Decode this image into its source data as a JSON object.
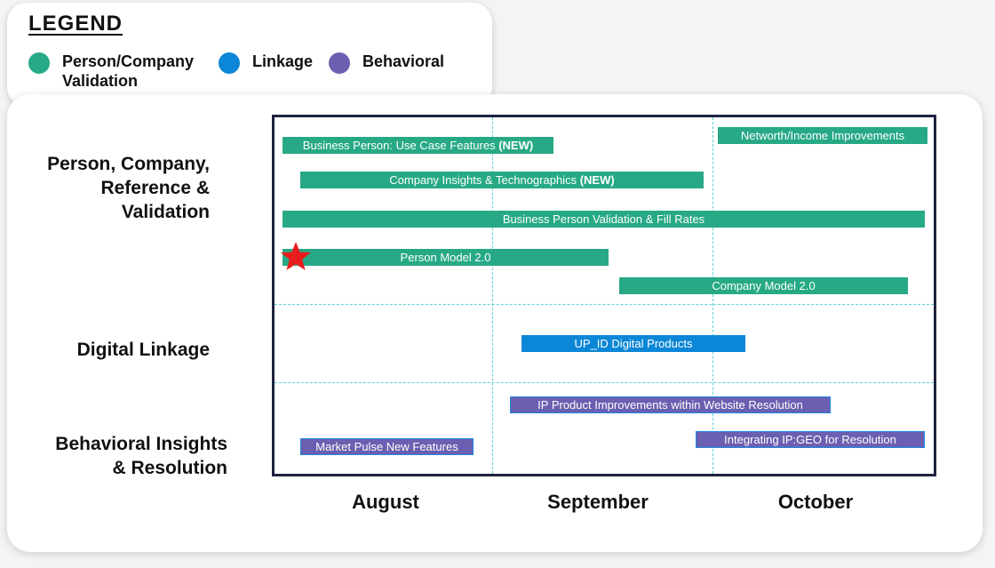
{
  "legend": {
    "title": "LEGEND",
    "items": [
      {
        "line1": "Person/Company",
        "line2": "Validation",
        "color": "#27a986"
      },
      {
        "line1": "Linkage",
        "line2": "",
        "color": "#0c86d6"
      },
      {
        "line1": "Behavioral",
        "line2": "",
        "color": "#6a5fb0"
      }
    ]
  },
  "rows": [
    {
      "line1": "Person, Company,",
      "line2": "Reference &",
      "line3": "Validation"
    },
    {
      "line1": "Digital Linkage"
    },
    {
      "line1": "Behavioral Insights",
      "line2": "& Resolution"
    }
  ],
  "months": [
    "August",
    "September",
    "October"
  ],
  "bars": [
    {
      "label": "Business Person: Use Case Features ",
      "tag": "(NEW)",
      "category": "Person/Company Validation"
    },
    {
      "label": "Company Insights & Technographics ",
      "tag": "(NEW)",
      "category": "Person/Company Validation"
    },
    {
      "label": "Business Person Validation & Fill Rates",
      "category": "Person/Company Validation"
    },
    {
      "label": "Person Model 2.0",
      "category": "Person/Company Validation",
      "starred": true
    },
    {
      "label": "Company Model 2.0",
      "category": "Person/Company Validation"
    },
    {
      "label": "Networth/Income Improvements",
      "category": "Person/Company Validation"
    },
    {
      "label": "UP_ID Digital Products",
      "category": "Linkage"
    },
    {
      "label": "IP Product Improvements within Website Resolution",
      "category": "Behavioral"
    },
    {
      "label": "Market Pulse New Features",
      "category": "Behavioral"
    },
    {
      "label": "Integrating IP:GEO for Resolution",
      "category": "Behavioral"
    }
  ],
  "colors": {
    "teal": "#27a986",
    "blue": "#0c86d6",
    "purple": "#6a5fb0",
    "frame": "#1f2340",
    "grid": "#5ed2d2",
    "star": "#e81c1c"
  }
}
